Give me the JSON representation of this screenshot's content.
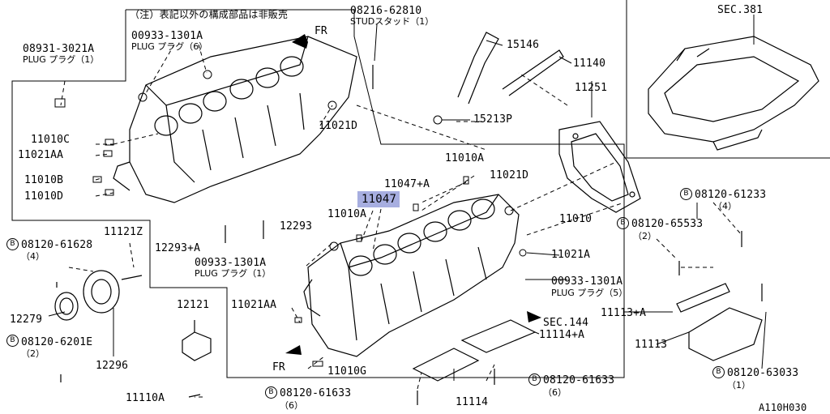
{
  "diagram": {
    "note_jp": "（注）表記以外の構成部品は非販売",
    "fr_top": "FR",
    "fr_bottom": "FR",
    "sec381": "SEC.381",
    "sec144": "SEC.144",
    "figure_code": "A110H030",
    "highlight_part": "11047",
    "bolt_symbol": "B",
    "parts": {
      "p08216": "08216-62810",
      "p08216_sub": "STUDスタッド（1）",
      "p15146": "15146",
      "p11140": "11140",
      "p11251": "11251",
      "p15213p": "15213P",
      "p00933_6": "00933-1301A",
      "p00933_6_sub": "PLUG プラグ（6）",
      "p08931": "08931-3021A",
      "p08931_sub": "PLUG プラグ（1）",
      "p11010c": "11010C",
      "p11021aa_top": "11021AA",
      "p11010b": "11010B",
      "p11010d": "11010D",
      "p11021d_left": "11021D",
      "p11010a_top": "11010A",
      "p11047a": "11047+A",
      "p11021d_right": "11021D",
      "p11010a_mid": "11010A",
      "p11010": "11010",
      "p12293": "12293",
      "p12293a": "12293+A",
      "p11121z": "11121Z",
      "p08120_61628": "08120-61628",
      "p08120_61628_qty": "（4）",
      "p00933_1": "00933-1301A",
      "p00933_1_sub": "PLUG プラグ（1）",
      "p11021a": "11021A",
      "p00933_5": "00933-1301A",
      "p00933_5_sub": "PLUG プラグ（5）",
      "p12279": "12279",
      "p12121": "12121",
      "p11021aa_bottom": "11021AA",
      "p08120_6201e": "08120-6201E",
      "p08120_6201e_qty": "（2）",
      "p12296": "12296",
      "p11010g": "11010G",
      "p11110a": "11110A",
      "p08120_61633_left": "08120-61633",
      "p08120_61633_left_qty": "（6）",
      "p11114": "11114",
      "p11114a": "11114+A",
      "p08120_61633_right": "08120-61633",
      "p08120_61633_right_qty": "（6）",
      "p08120_61233": "08120-61233",
      "p08120_61233_qty": "（4）",
      "p08120_65533": "08120-65533",
      "p08120_65533_qty": "（2）",
      "p11113a": "11113+A",
      "p11113": "11113",
      "p08120_63033": "08120-63033",
      "p08120_63033_qty": "（1）"
    }
  }
}
